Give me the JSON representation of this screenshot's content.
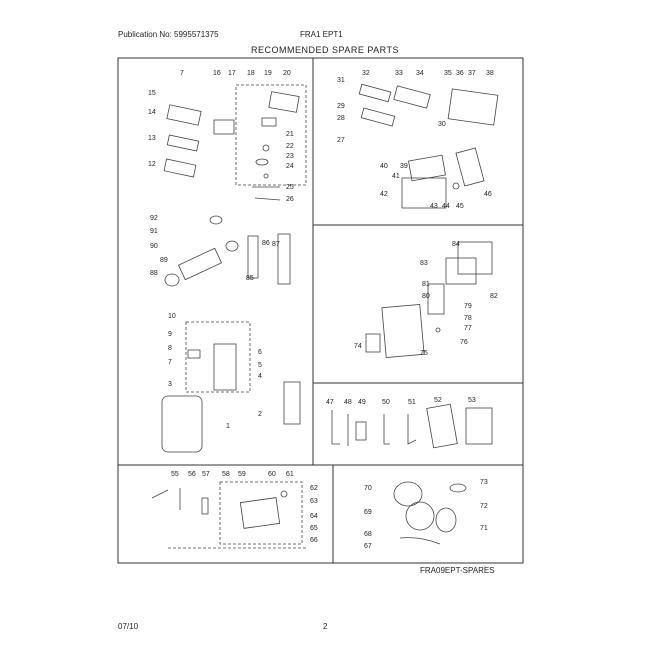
{
  "header": {
    "publication": "Publication No: 5995571375",
    "model": "FRA1 EPT1"
  },
  "title": "RECOMMENDED SPARE PARTS",
  "footer": {
    "model_code": "FRA09EPT-SPARES",
    "date": "07/10",
    "page": "2"
  },
  "callouts": {
    "top_left": [
      "7",
      "16",
      "17",
      "18",
      "19",
      "20",
      "15",
      "14",
      "13",
      "12",
      "21",
      "22",
      "23",
      "24",
      "25",
      "26"
    ],
    "top_right": [
      "31",
      "32",
      "33",
      "34",
      "35",
      "36",
      "37",
      "38",
      "30",
      "29",
      "28",
      "27",
      "39",
      "40",
      "41",
      "42",
      "43",
      "44",
      "45",
      "46"
    ],
    "mid_left": [
      "92",
      "91",
      "90",
      "89",
      "88",
      "87",
      "86",
      "85"
    ],
    "mid_right": [
      "84",
      "83",
      "82",
      "81",
      "80",
      "79",
      "78",
      "77",
      "76",
      "75",
      "74"
    ],
    "lower_left": [
      "10",
      "9",
      "8",
      "7",
      "6",
      "5",
      "4",
      "3",
      "2",
      "1"
    ],
    "lower_right": [
      "47",
      "48",
      "49",
      "50",
      "51",
      "52",
      "53"
    ],
    "bottom_left": [
      "55",
      "56",
      "57",
      "58",
      "59",
      "60",
      "61",
      "62",
      "63",
      "64",
      "65",
      "66"
    ],
    "bottom_right": [
      "70",
      "73",
      "69",
      "72",
      "68",
      "71",
      "67"
    ]
  }
}
